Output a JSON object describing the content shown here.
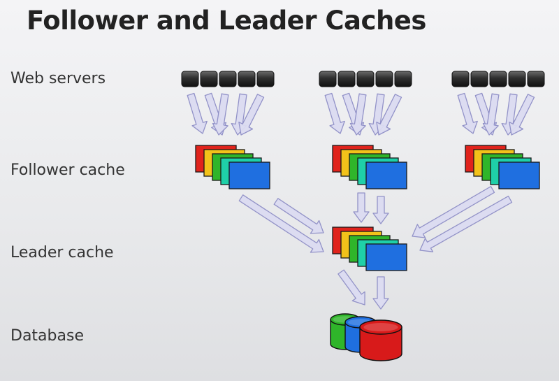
{
  "slide": {
    "title": "Follower and Leader Caches"
  },
  "rows": {
    "web_servers": "Web servers",
    "follower_cache": "Follower cache",
    "leader_cache": "Leader cache",
    "database": "Database"
  },
  "colors": {
    "server_fill": "#2e2e2e",
    "arrow_fill": "#dcdcf2",
    "arrow_stroke": "#8e8ec6",
    "cache_red": "#e0231c",
    "cache_yellow": "#f2c21a",
    "cache_green": "#2fb52a",
    "cache_teal": "#1fd0a8",
    "cache_blue": "#1f6fe0",
    "db_green": "#2fb52a",
    "db_blue": "#1f6fe0",
    "db_red": "#d81a1a"
  }
}
